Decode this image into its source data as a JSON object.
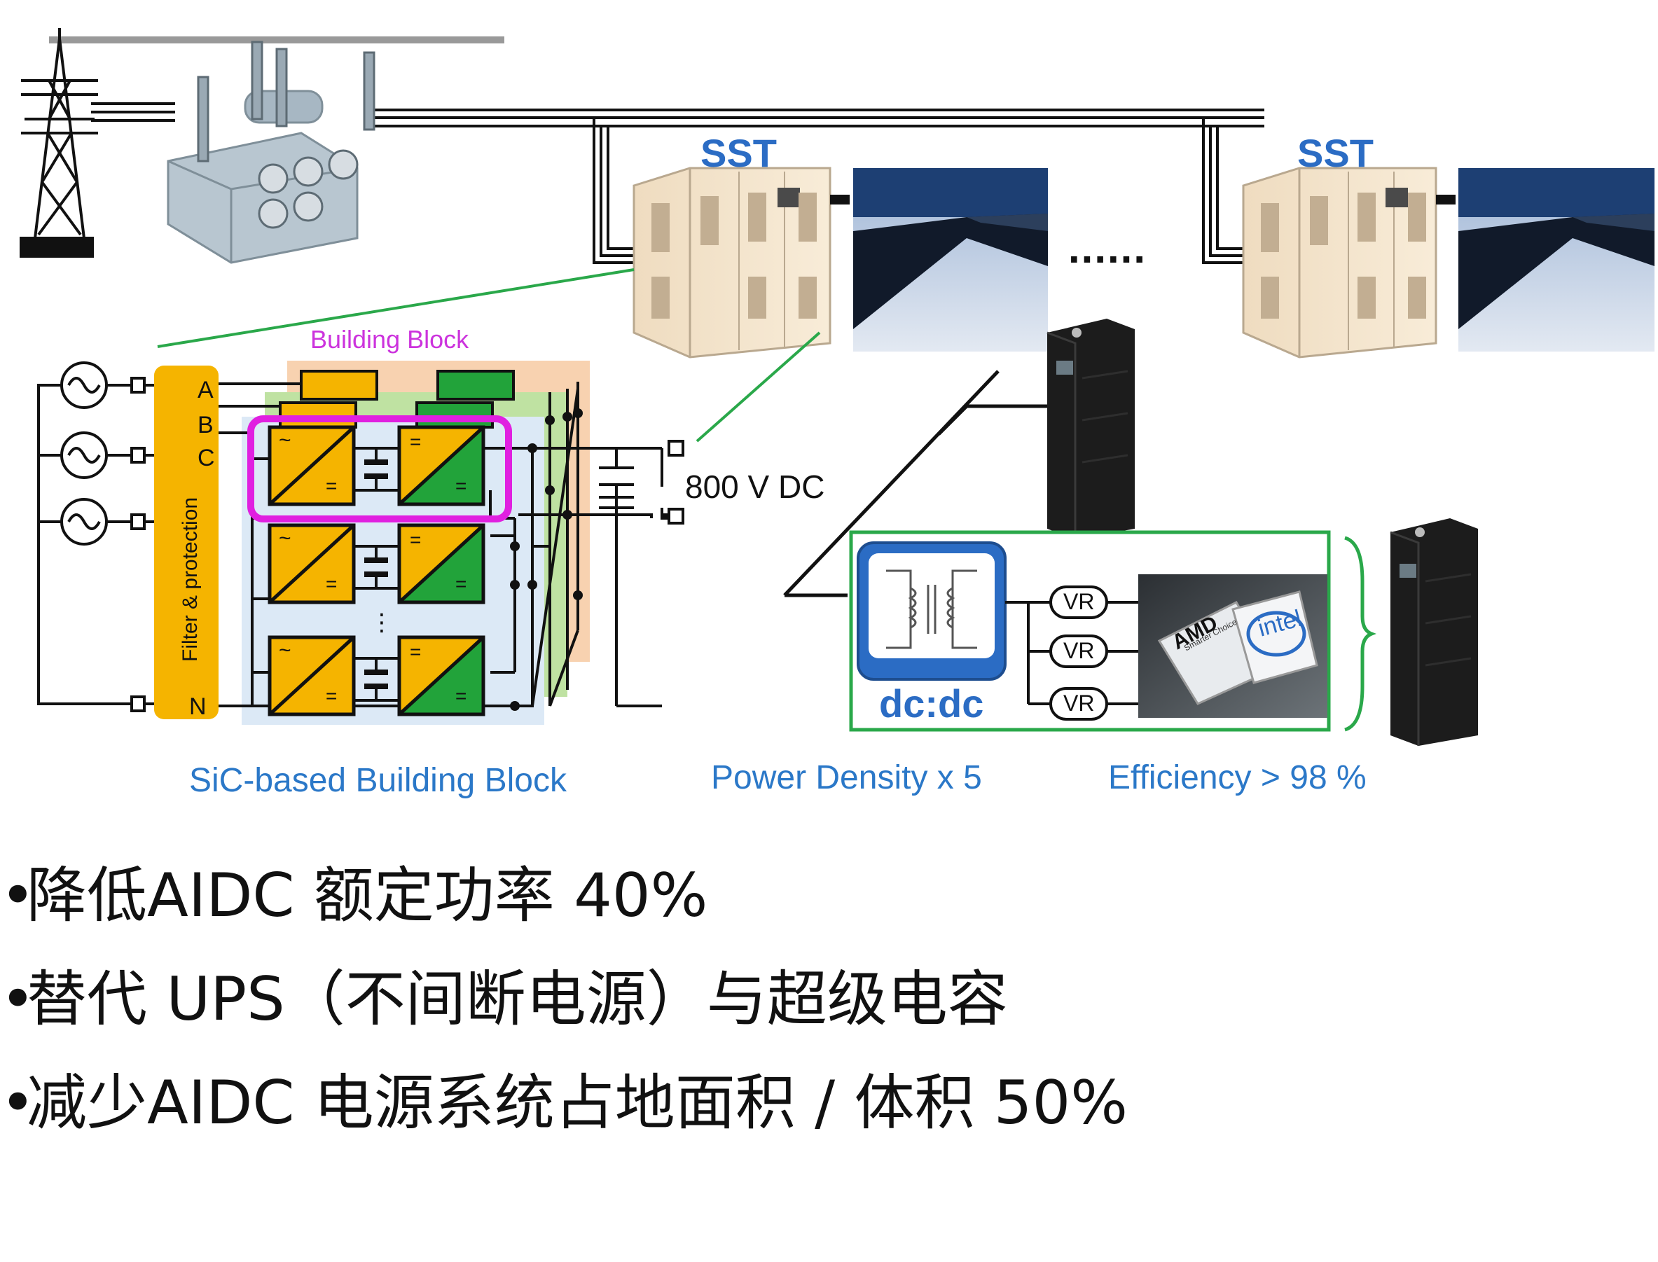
{
  "diagram": {
    "sst_label": "SST",
    "ellipsis": "......",
    "building_block_label": "Building Block",
    "filter_label": "Filter & protection",
    "phase_labels": [
      "A",
      "B",
      "C",
      "N"
    ],
    "dc_bus_label": "800 V DC",
    "converter_symbols": {
      "ac": "~",
      "dc": "="
    },
    "vertical_ellipsis": "⋮",
    "dcdc_label": "dc:dc",
    "vr_label": "VR",
    "chip_labels": {
      "amd": "AMD",
      "amd_sub": "Smarter Choice",
      "intel": "intel"
    },
    "captions": {
      "sic": "SiC-based Building Block",
      "density": "Power Density x 5",
      "efficiency": "Efficiency > 98 %"
    },
    "colors": {
      "accent_blue": "#2b6cc4",
      "converter_orange": "#f5b400",
      "converter_green": "#22a33a",
      "highlight_magenta": "#e020e0",
      "frame_green": "#2aa84a"
    }
  },
  "bullets": [
    {
      "marker": "•",
      "text": "降低AIDC 额定功率 40%"
    },
    {
      "marker": "•",
      "text": "替代 UPS（不间断电源）与超级电容"
    },
    {
      "marker": "•",
      "text": "减少AIDC 电源系统占地面积 / 体积 50%"
    }
  ]
}
